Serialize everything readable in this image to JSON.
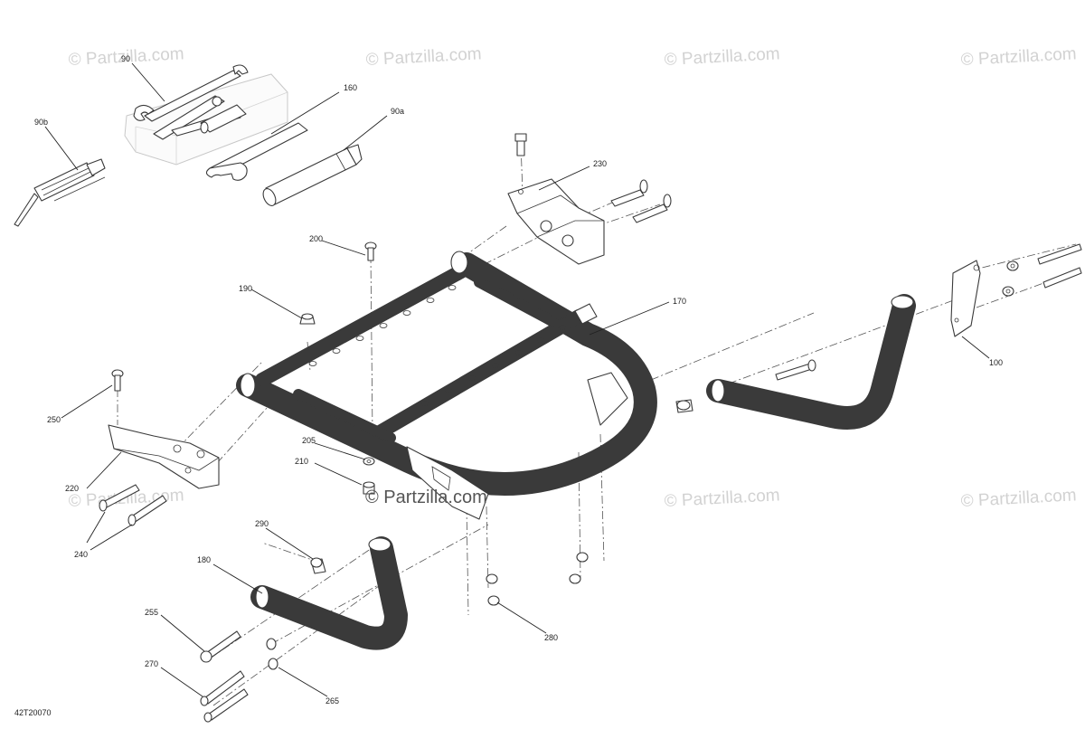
{
  "watermark": "© Partzilla.com",
  "center_watermark": "© Partzilla.com",
  "diagram_code": "42T20070",
  "callouts": {
    "c90": "90",
    "c90a": "90a",
    "c90b": "90b",
    "c100": "100",
    "c160": "160",
    "c170": "170",
    "c180": "180",
    "c190": "190",
    "c200": "200",
    "c205": "205",
    "c210": "210",
    "c220": "220",
    "c230": "230",
    "c240": "240",
    "c250": "250",
    "c255": "255",
    "c265": "265",
    "c270": "270",
    "c280": "280",
    "c290": "290"
  }
}
